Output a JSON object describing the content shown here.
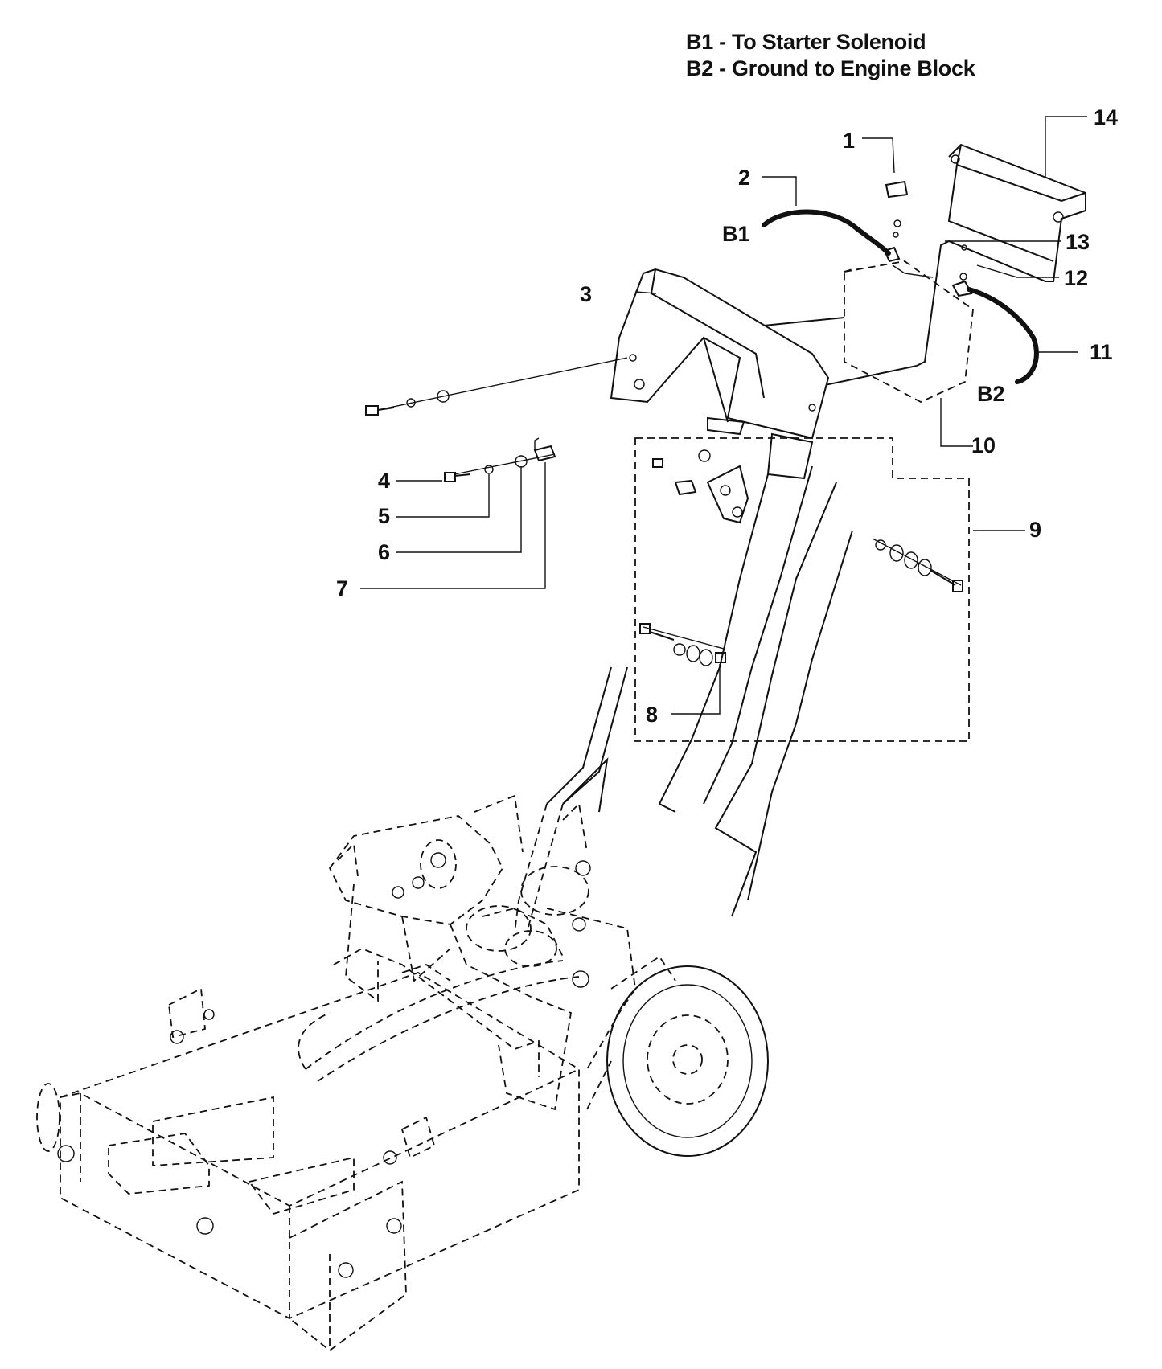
{
  "legend": {
    "b1": "B1 - To Starter Solenoid",
    "b2": "B2 - Ground to Engine Block"
  },
  "callouts": {
    "c1": "1",
    "c2": "2",
    "c3": "3",
    "c4": "4",
    "c5": "5",
    "c6": "6",
    "c7": "7",
    "c8": "8",
    "c9": "9",
    "c10": "10",
    "c11": "11",
    "c12": "12",
    "c13": "13",
    "c14": "14",
    "b1": "B1",
    "b2": "B2"
  }
}
